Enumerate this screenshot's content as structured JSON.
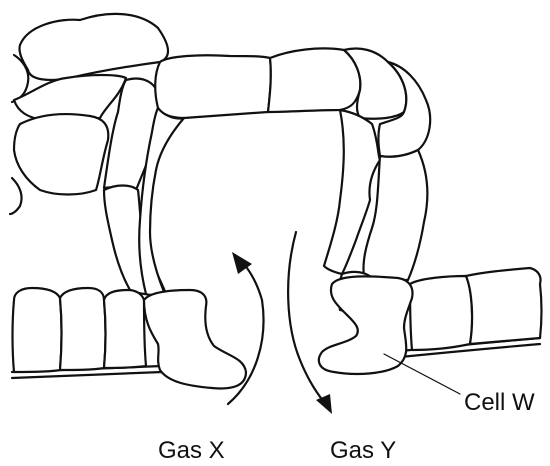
{
  "labels": {
    "cell": "Cell W",
    "gas_in": "Gas X",
    "gas_out": "Gas Y"
  },
  "colors": {
    "line": "#111111",
    "background": "#ffffff"
  }
}
